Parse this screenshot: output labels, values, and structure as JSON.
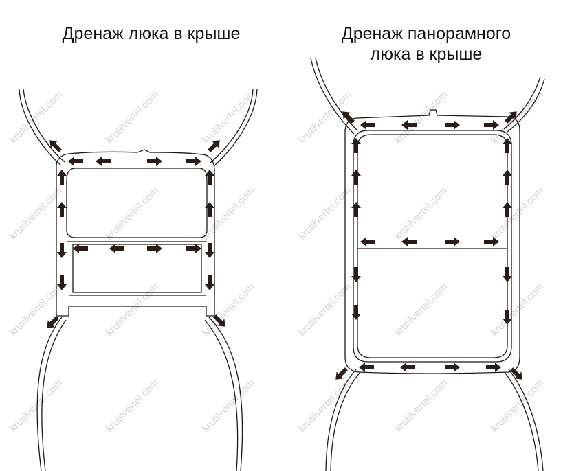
{
  "titles": {
    "left": "Дренаж люка в крыше",
    "right_line1": "Дренаж панорамного",
    "right_line2": "люка в крыше"
  },
  "watermark": "krutilvertel.com",
  "colors": {
    "line": "#1a1a1a",
    "arrow": "#2a1c17",
    "watermark": "#d4d4d4"
  }
}
